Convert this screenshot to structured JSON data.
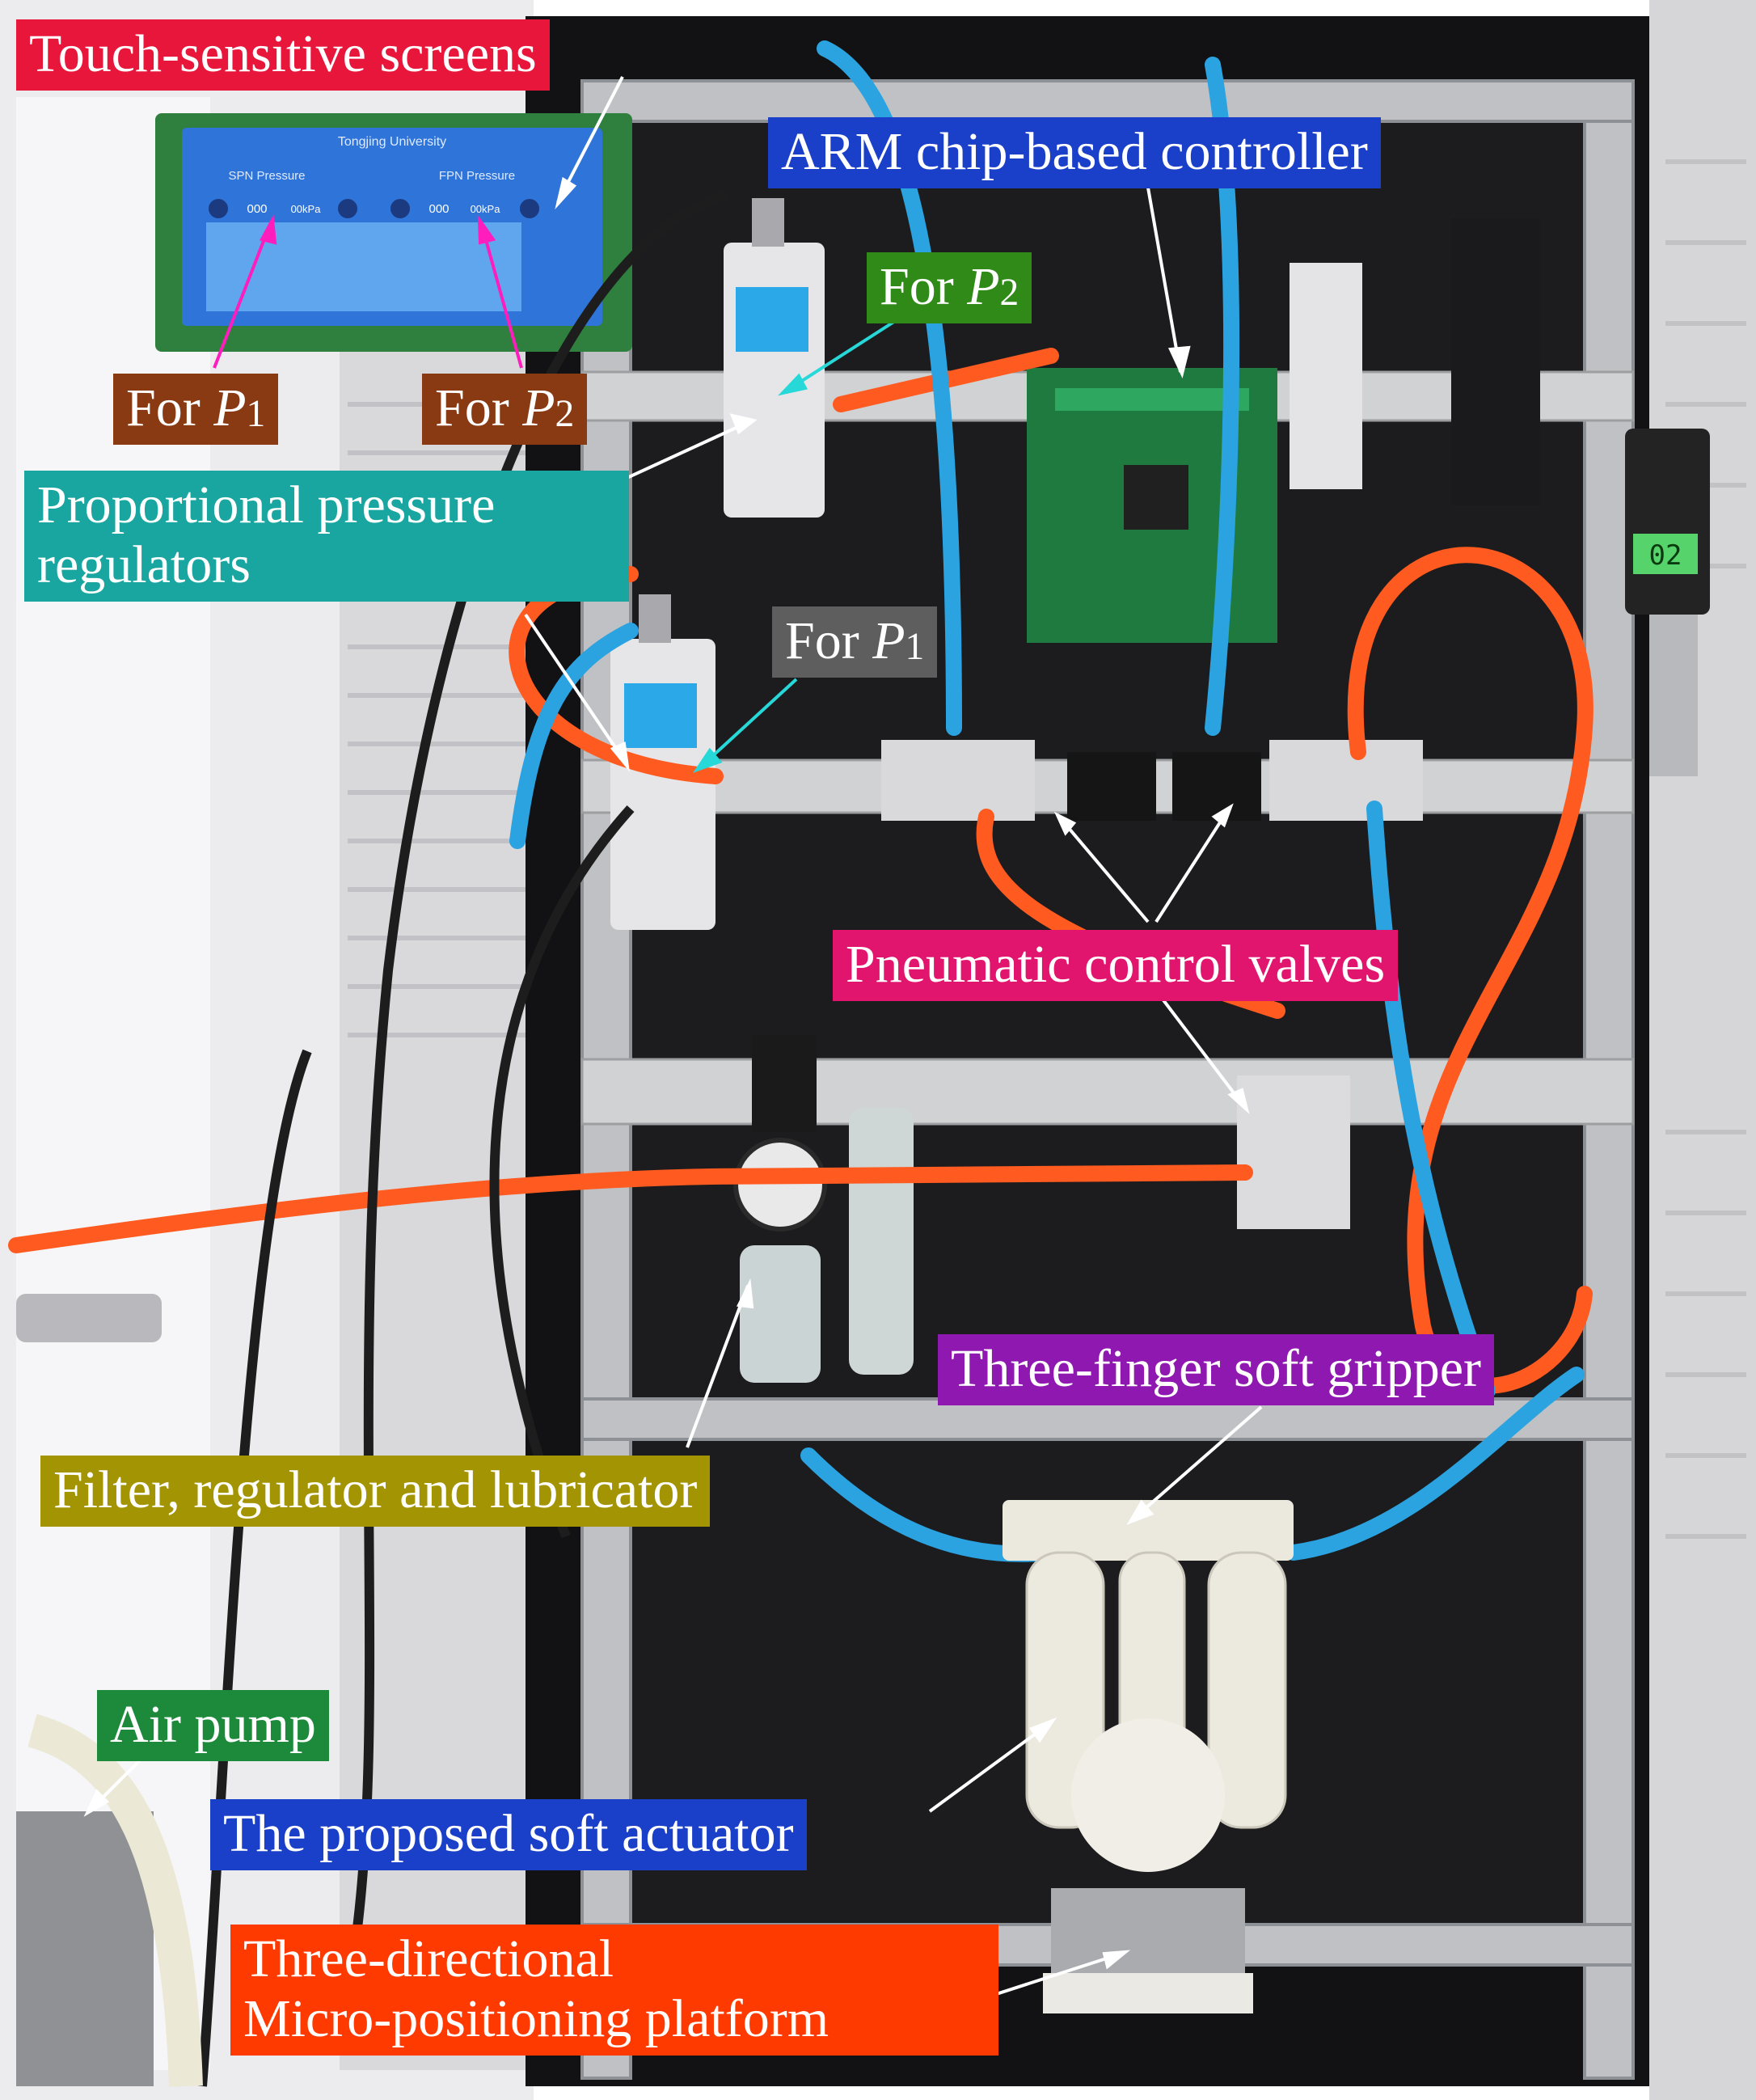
{
  "colors": {
    "red_bg": "#e8163a",
    "blue_bg": "#1a3fc8",
    "brown_bg": "#8a3a12",
    "green_bg": "#2f8a18",
    "teal_bg": "#1aa6a0",
    "gray_bg": "#5e5e5e",
    "pink_bg": "#e2156e",
    "purple_bg": "#8f18b0",
    "olive_bg": "#a39404",
    "darkgreen_bg": "#1c8a3a",
    "orangered_bg": "#ff3a00",
    "label_text": "#ffffff",
    "arrow_white": "#ffffff",
    "arrow_magenta": "#ff1dbd",
    "arrow_cyan": "#27d8d8"
  },
  "labels": {
    "touch_screens": "Touch-sensitive screens",
    "arm_controller": "ARM chip-based controller",
    "for_p2_green_prefix": "For ",
    "for_p2_green_var": "P",
    "for_p2_green_sub": "2",
    "for_p1_brown_prefix": "For ",
    "for_p1_brown_var": "P",
    "for_p1_brown_sub": "1",
    "for_p2_brown_prefix": "For ",
    "for_p2_brown_var": "P",
    "for_p2_brown_sub": "2",
    "regulators_line1": "Proportional pressure",
    "regulators_line2": "regulators",
    "for_p1_gray_prefix": "For ",
    "for_p1_gray_var": "P",
    "for_p1_gray_sub": "1",
    "control_valves": "Pneumatic control valves",
    "soft_gripper": "Three-finger soft gripper",
    "frl": "Filter, regulator and lubricator",
    "air_pump": "Air pump",
    "soft_actuator": "The proposed soft actuator",
    "platform_line1": "Three-directional",
    "platform_line2": "Micro-positioning platform"
  },
  "touch_screen_ui": {
    "university": "Tongjing University",
    "spn_pressure": "SPN Pressure",
    "fpn_pressure": "FPN Pressure",
    "value_int_1": "000",
    "value_dec_1": "00kPa",
    "value_int_2": "000",
    "value_dec_2": "00kPa"
  },
  "pressure_gauge_readout": "02"
}
